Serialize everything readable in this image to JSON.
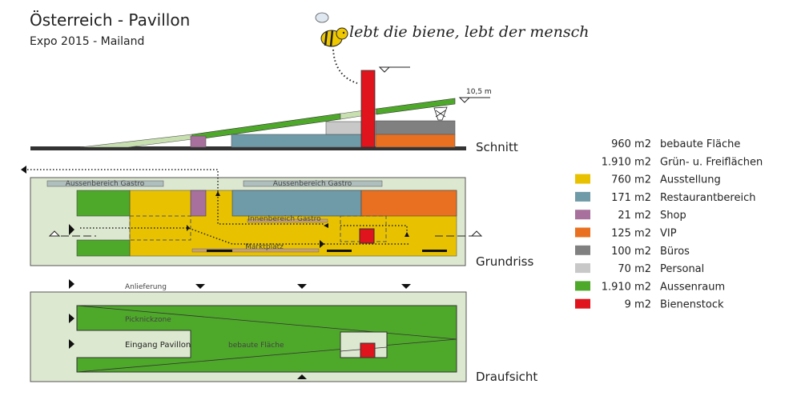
{
  "header": {
    "title": "Österreich - Pavillon",
    "subtitle": "Expo 2015 - Mailand",
    "slogan": "lebt die biene, lebt der mensch"
  },
  "schnitt": {
    "label": "Schnitt",
    "height_label": "10,5 m"
  },
  "grundriss": {
    "label": "Grundriss",
    "gastro_left": "Aussenbereich Gastro",
    "gastro_right": "Aussenbereich Gastro",
    "innen": "Innenbereich Gastro",
    "markt": "Marktplatz"
  },
  "draufsicht": {
    "label": "Draufsicht",
    "anlieferung": "Anlieferung",
    "picknick": "Picknickzone",
    "eingang": "Eingang Pavillon",
    "bebaut": "bebaute Fläche"
  },
  "legend": [
    {
      "value": "960 m2",
      "label": "bebaute Fläche",
      "color": null
    },
    {
      "value": "1.910 m2",
      "label": "Grün- u. Freiflächen",
      "color": null
    },
    {
      "value": "760 m2",
      "label": "Ausstellung",
      "color": "#e8c200"
    },
    {
      "value": "171 m2",
      "label": "Restaurantbereich",
      "color": "#6f9aa8"
    },
    {
      "value": "21 m2",
      "label": "Shop",
      "color": "#a8709c"
    },
    {
      "value": "125 m2",
      "label": "VIP",
      "color": "#e87020"
    },
    {
      "value": "100 m2",
      "label": "Büros",
      "color": "#808080"
    },
    {
      "value": "70 m2",
      "label": "Personal",
      "color": "#c8c8c8"
    },
    {
      "value": "1.910 m2",
      "label": "Aussenraum",
      "color": "#4ea82a"
    },
    {
      "value": "9 m2",
      "label": "Bienenstock",
      "color": "#e0141c"
    }
  ]
}
